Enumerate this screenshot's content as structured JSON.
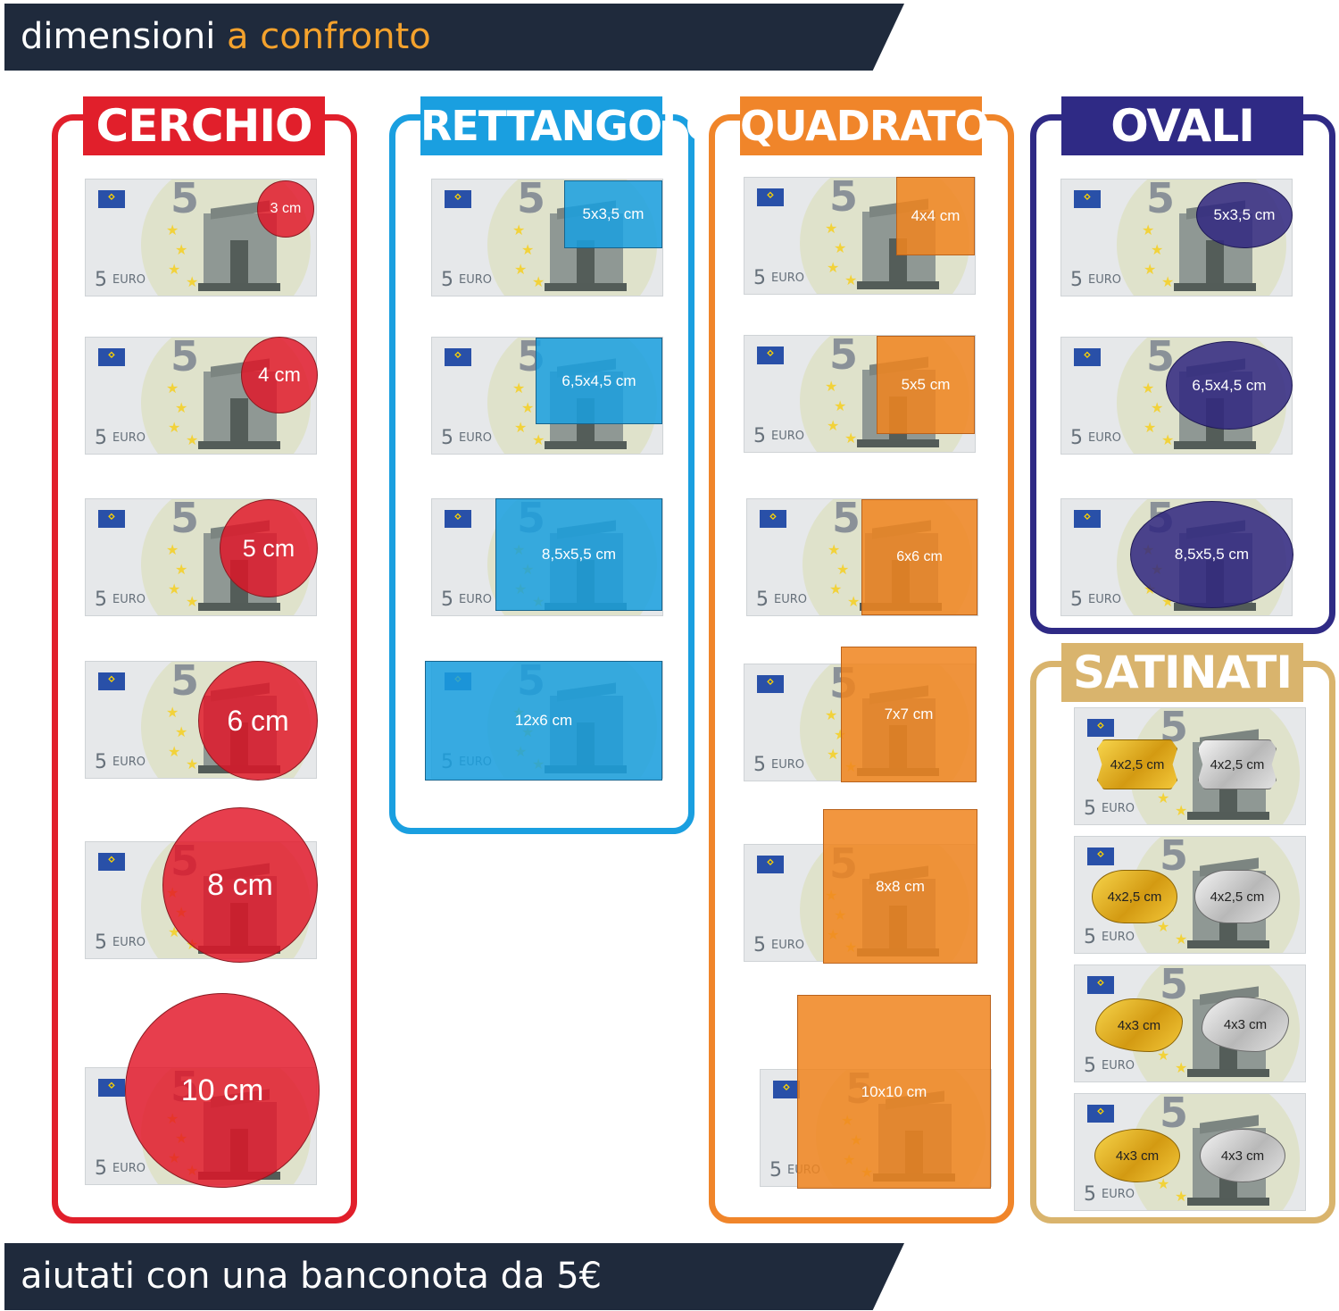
{
  "header": {
    "text_main": "dimensioni",
    "text_accent": "a confronto"
  },
  "footer": {
    "text": "aiutati con una banconota da 5€"
  },
  "note": {
    "five": "5",
    "label_number": "5",
    "label_word": "EURO",
    "star": "★"
  },
  "colors": {
    "cerchio": "#e11f2b",
    "rettangolo": "#1a9fe0",
    "quadrato": "#f0852a",
    "ovali": "#2f2a85",
    "satinati": "#d9b46d",
    "banner": "#1f2a3c",
    "accent": "#f4a22d"
  },
  "panels": {
    "cerchio": {
      "title": "CERCHIO",
      "items": [
        "3 cm",
        "4 cm",
        "5 cm",
        "6 cm",
        "8 cm",
        "10 cm"
      ]
    },
    "rettangolo": {
      "title": "RETTANGOLO",
      "items": [
        "5x3,5 cm",
        "6,5x4,5 cm",
        "8,5x5,5 cm",
        "12x6 cm"
      ]
    },
    "quadrato": {
      "title": "QUADRATO",
      "items": [
        "4x4 cm",
        "5x5 cm",
        "6x6 cm",
        "7x7 cm",
        "8x8 cm",
        "10x10 cm"
      ]
    },
    "ovali": {
      "title": "OVALI",
      "items": [
        "5x3,5 cm",
        "6,5x4,5 cm",
        "8,5x5,5 cm"
      ]
    },
    "satinati": {
      "title": "SATINATI",
      "rows": [
        {
          "gold": "4x2,5 cm",
          "silver": "4x2,5 cm"
        },
        {
          "gold": "4x2,5 cm",
          "silver": "4x2,5 cm"
        },
        {
          "gold": "4x3 cm",
          "silver": "4x3 cm"
        },
        {
          "gold": "4x3 cm",
          "silver": "4x3 cm"
        }
      ]
    }
  }
}
